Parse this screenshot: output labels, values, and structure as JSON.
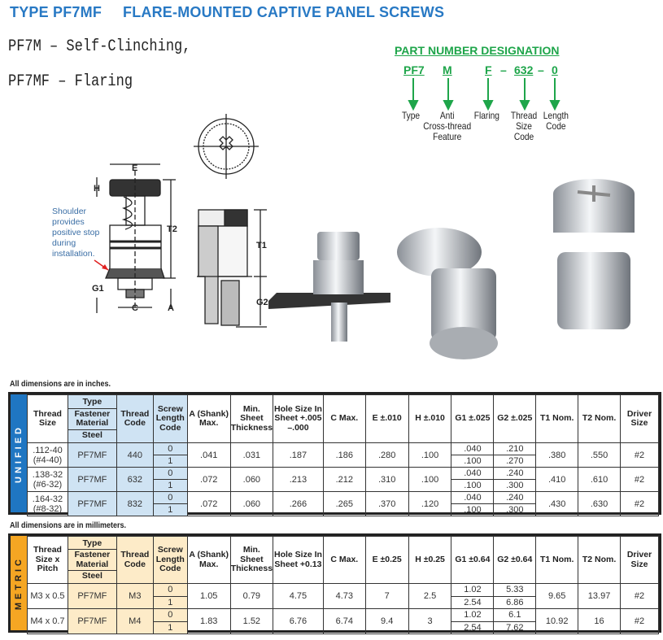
{
  "title": {
    "part": "TYPE PF7MF",
    "name": "FLARE-MOUNTED CAPTIVE PANEL SCREWS"
  },
  "intro": {
    "line1": "PF7M – Self-Clinching,",
    "line2": "PF7MF – Flaring"
  },
  "designation": {
    "title": "PART NUMBER DESIGNATION",
    "codes": [
      "PF7",
      "M",
      "F",
      "632",
      "0"
    ],
    "dash": "–",
    "labels": [
      "Type",
      "Anti\nCross-thread\nFeature",
      "Flaring",
      "Thread\nSize\nCode",
      "Length\nCode"
    ],
    "color": "#1ea54a"
  },
  "drawing": {
    "callout": "Shoulder provides positive stop during installation.",
    "dims": {
      "E": "E",
      "H": "H",
      "T2": "T2",
      "T1": "T1",
      "G1": "G1",
      "G2": "G2",
      "C": "C",
      "A": "A"
    }
  },
  "unified": {
    "note": "All dimensions are in inches.",
    "band": "UNIFIED",
    "color": "#1f76c2",
    "headers": [
      "Thread Size",
      "Type",
      "Fastener Material",
      "Steel",
      "Thread Code",
      "Screw Length Code",
      "A (Shank) Max.",
      "Min. Sheet Thickness",
      "Hole Size In Sheet +.005 –.000",
      "C Max.",
      "E ±.010",
      "H ±.010",
      "G1 ±.025",
      "G2 ±.025",
      "T1 Nom.",
      "T2 Nom.",
      "Driver Size"
    ],
    "rows": [
      {
        "size": ".112-40",
        "size2": "(#4-40)",
        "type": "PF7MF",
        "code": "440",
        "len": [
          "0",
          "1"
        ],
        "a": ".041",
        "min": ".031",
        "hole": ".187",
        "c": ".186",
        "e": ".280",
        "h": ".100",
        "g1": [
          ".040",
          ".100"
        ],
        "g2": [
          ".210",
          ".270"
        ],
        "t1": ".380",
        "t2": ".550",
        "drv": "#2"
      },
      {
        "size": ".138-32",
        "size2": "(#6-32)",
        "type": "PF7MF",
        "code": "632",
        "len": [
          "0",
          "1"
        ],
        "a": ".072",
        "min": ".060",
        "hole": ".213",
        "c": ".212",
        "e": ".310",
        "h": ".100",
        "g1": [
          ".040",
          ".100"
        ],
        "g2": [
          ".240",
          ".300"
        ],
        "t1": ".410",
        "t2": ".610",
        "drv": "#2"
      },
      {
        "size": ".164-32",
        "size2": "(#8-32)",
        "type": "PF7MF",
        "code": "832",
        "len": [
          "0",
          "1"
        ],
        "a": ".072",
        "min": ".060",
        "hole": ".266",
        "c": ".265",
        "e": ".370",
        "h": ".120",
        "g1": [
          ".040",
          ".100"
        ],
        "g2": [
          ".240",
          ".300"
        ],
        "t1": ".430",
        "t2": ".630",
        "drv": "#2"
      }
    ]
  },
  "metric": {
    "note": "All dimensions are in millimeters.",
    "band": "METRIC",
    "color": "#f5a623",
    "headers": [
      "Thread Size x Pitch",
      "Type",
      "Fastener Material",
      "Steel",
      "Thread Code",
      "Screw Length Code",
      "A (Shank) Max.",
      "Min. Sheet Thickness",
      "Hole Size In Sheet +0.13",
      "C Max.",
      "E ±0.25",
      "H ±0.25",
      "G1 ±0.64",
      "G2 ±0.64",
      "T1 Nom.",
      "T2 Nom.",
      "Driver Size"
    ],
    "rows": [
      {
        "size": "M3 x 0.5",
        "size2": "",
        "type": "PF7MF",
        "code": "M3",
        "len": [
          "0",
          "1"
        ],
        "a": "1.05",
        "min": "0.79",
        "hole": "4.75",
        "c": "4.73",
        "e": "7",
        "h": "2.5",
        "g1": [
          "1.02",
          "2.54"
        ],
        "g2": [
          "5.33",
          "6.86"
        ],
        "t1": "9.65",
        "t2": "13.97",
        "drv": "#2"
      },
      {
        "size": "M4 x 0.7",
        "size2": "",
        "type": "PF7MF",
        "code": "M4",
        "len": [
          "0",
          "1"
        ],
        "a": "1.83",
        "min": "1.52",
        "hole": "6.76",
        "c": "6.74",
        "e": "9.4",
        "h": "3",
        "g1": [
          "1.02",
          "2.54"
        ],
        "g2": [
          "6.1",
          "7.62"
        ],
        "t1": "10.92",
        "t2": "16",
        "drv": "#2"
      }
    ]
  }
}
